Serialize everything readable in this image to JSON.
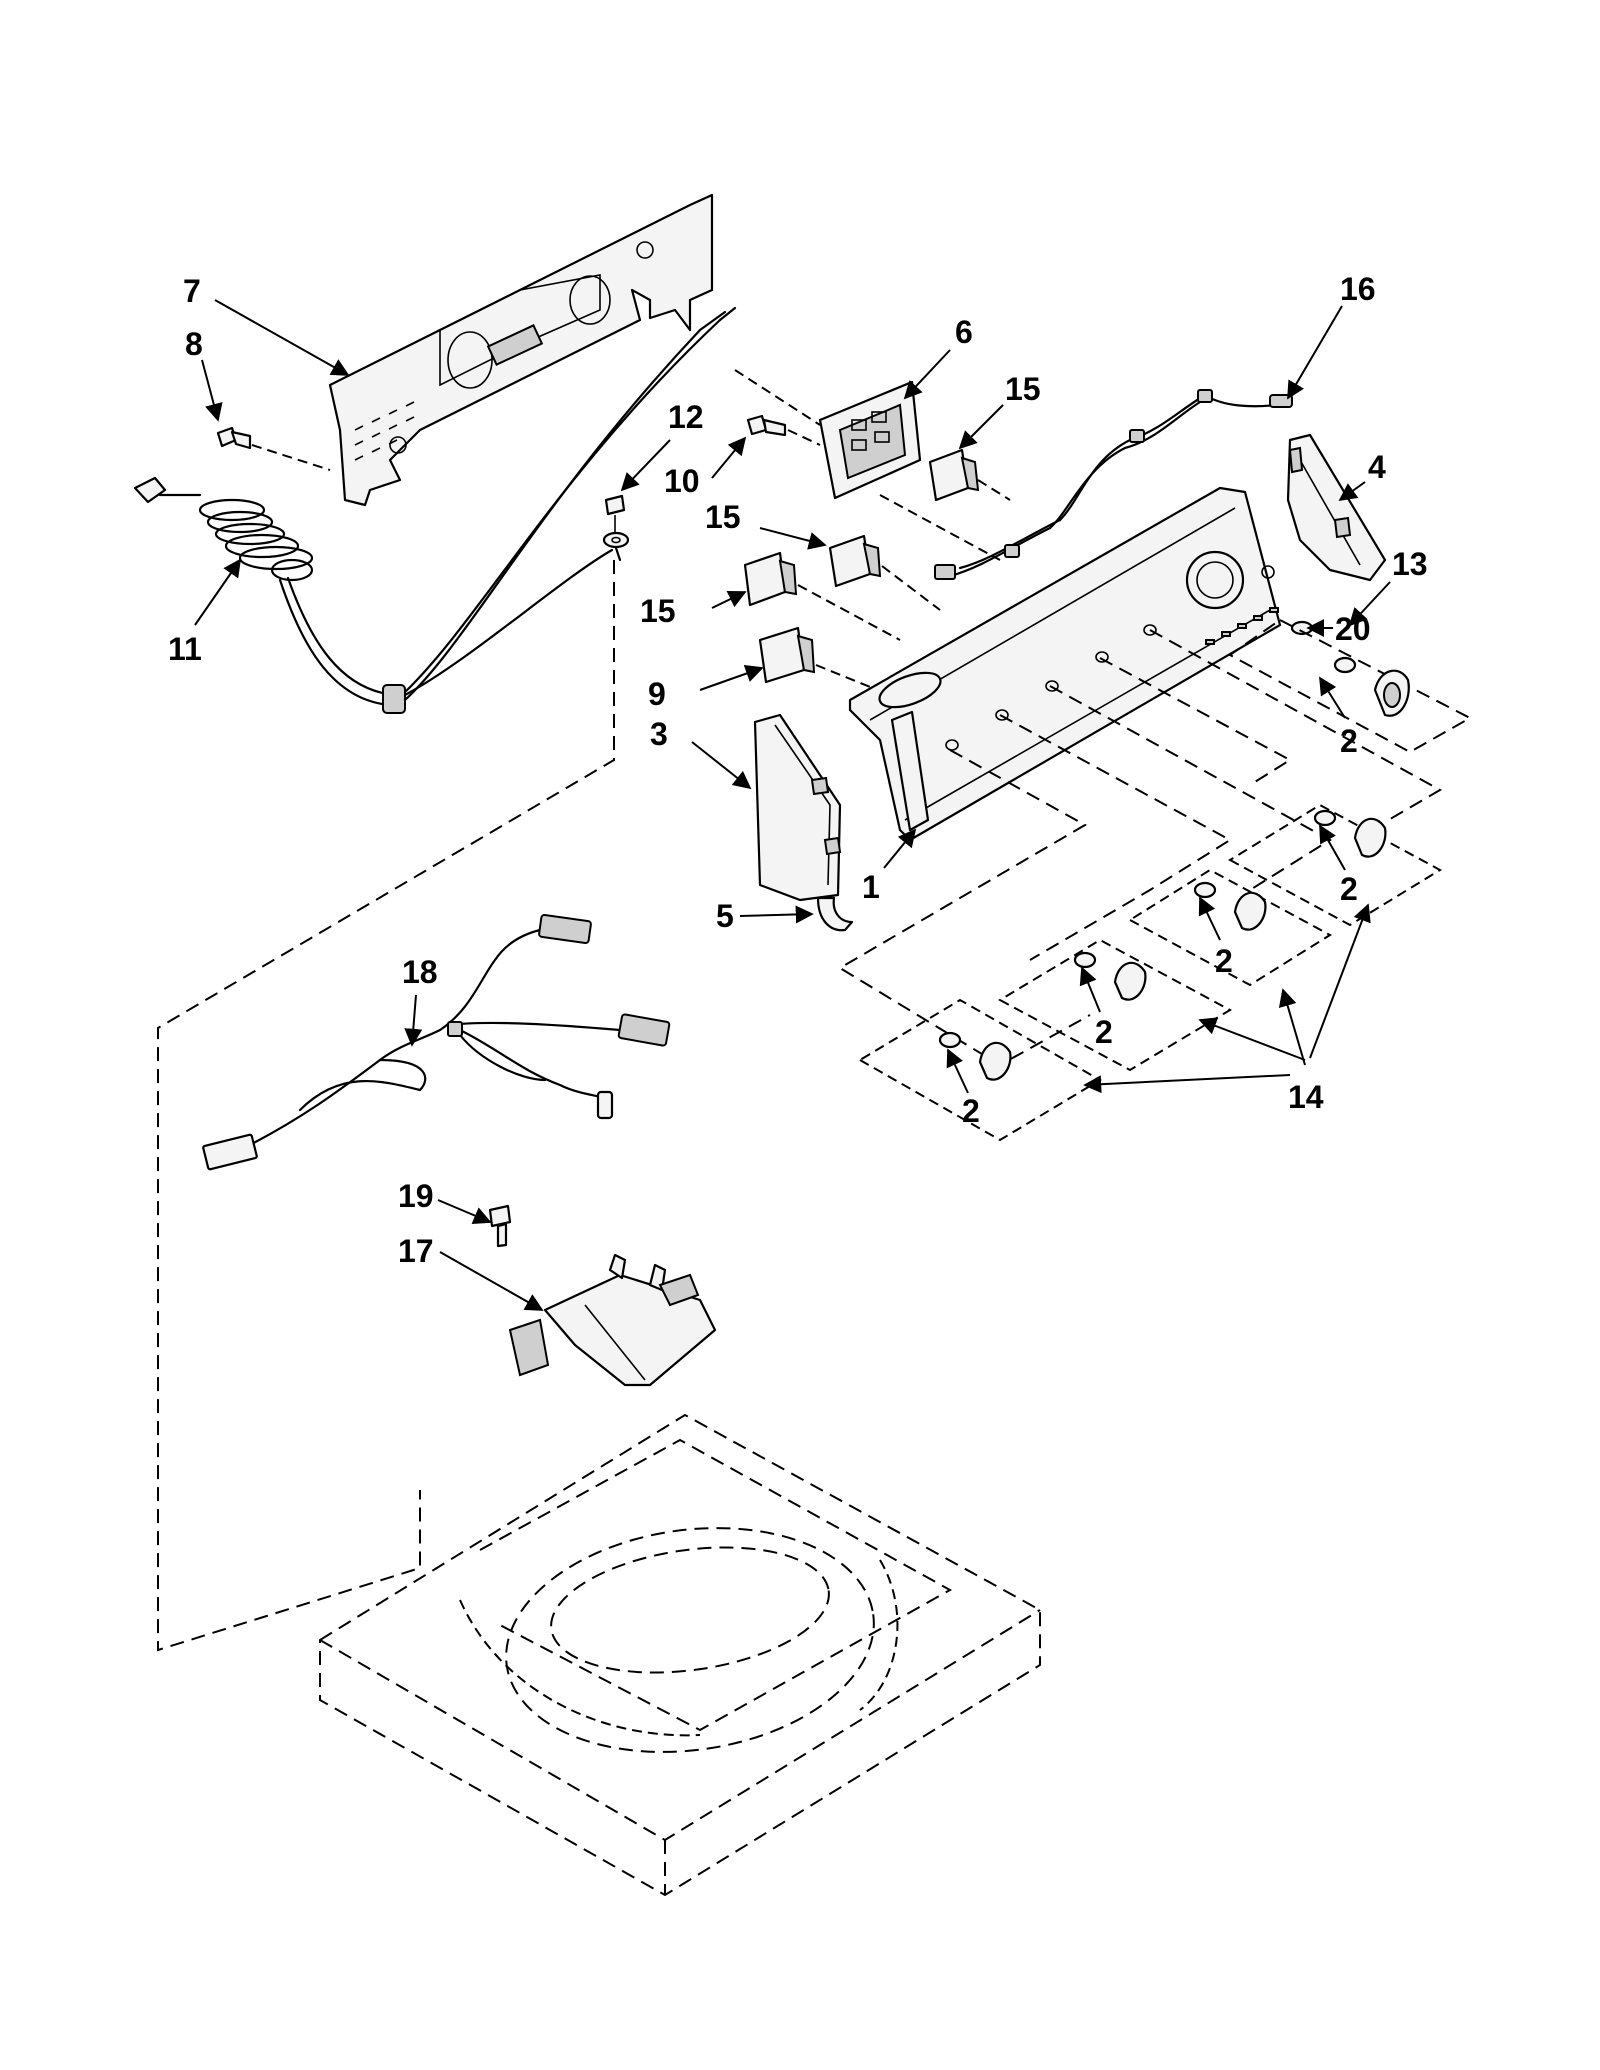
{
  "callouts": {
    "c1": "1",
    "c2a": "2",
    "c2b": "2",
    "c2c": "2",
    "c2d": "2",
    "c2e": "2",
    "c3": "3",
    "c4": "4",
    "c5": "5",
    "c6": "6",
    "c7": "7",
    "c8": "8",
    "c9": "9",
    "c10": "10",
    "c11": "11",
    "c12": "12",
    "c13": "13",
    "c14": "14",
    "c15a": "15",
    "c15b": "15",
    "c15c": "15",
    "c16": "16",
    "c17": "17",
    "c18": "18",
    "c19": "19",
    "c20": "20"
  }
}
